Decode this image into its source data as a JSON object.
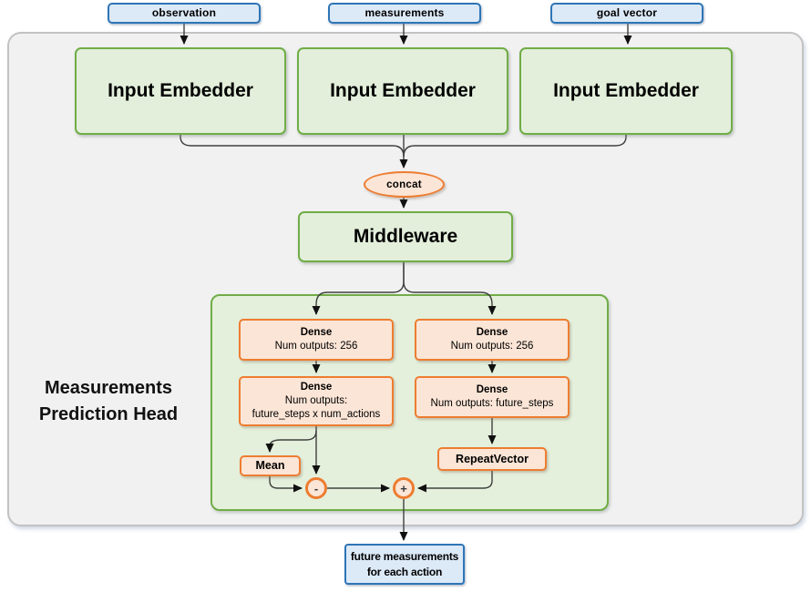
{
  "colors": {
    "green_border": "#70AD47",
    "green_fill": "#E3EFDB",
    "orange_border": "#ED7D31",
    "orange_fill": "#FBE5D6",
    "blue_border": "#2E75B6",
    "blue_fill": "#DCE9F7",
    "container_fill": "#F1F1F2",
    "container_border": "#C2C2C2",
    "line_color": "#404040"
  },
  "inputs": [
    {
      "label": "observation"
    },
    {
      "label": "measurements"
    },
    {
      "label": "goal vector"
    }
  ],
  "embedders": [
    {
      "label": "Input Embedder"
    },
    {
      "label": "Input Embedder"
    },
    {
      "label": "Input Embedder"
    }
  ],
  "concat": {
    "label": "concat"
  },
  "middleware": {
    "label": "Middleware"
  },
  "head": {
    "title": {
      "line1": "Measurements",
      "line2": "Prediction Head"
    },
    "dense_left_1": {
      "title": "Dense",
      "line1": "Num outputs: 256"
    },
    "dense_left_2": {
      "title": "Dense",
      "line1": "Num outputs:",
      "line2": "future_steps x num_actions"
    },
    "dense_right_1": {
      "title": "Dense",
      "line1": "Num outputs: 256"
    },
    "dense_right_2": {
      "title": "Dense",
      "line1": "Num outputs: future_steps"
    },
    "mean": {
      "label": "Mean"
    },
    "repeat_vector": {
      "label": "RepeatVector"
    },
    "minus": {
      "label": "-"
    },
    "plus": {
      "label": "+"
    }
  },
  "output": {
    "line1": "future measurements",
    "line2": "for each action"
  }
}
